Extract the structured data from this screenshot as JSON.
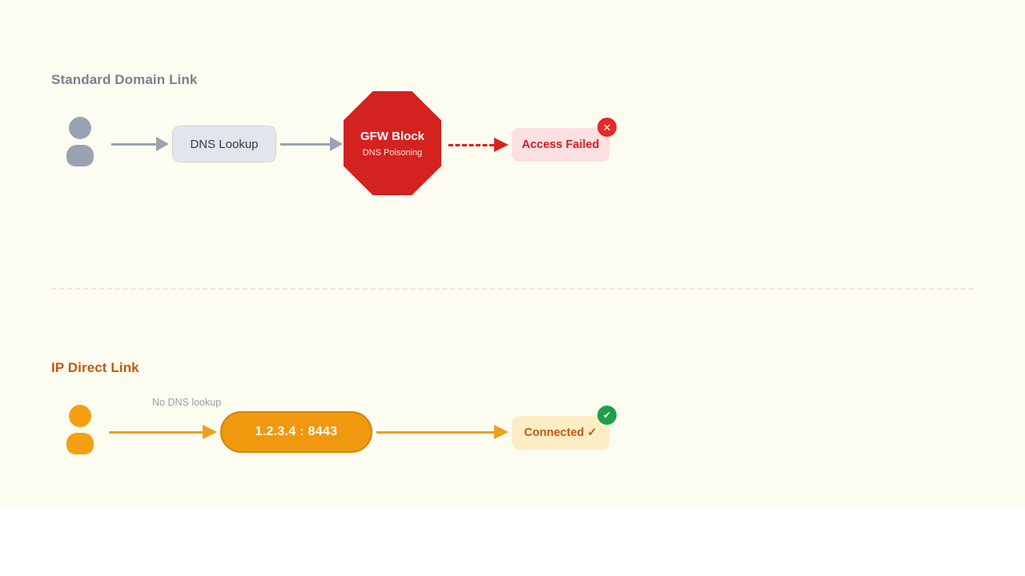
{
  "sections": [
    {
      "id": "standard",
      "title": "Standard Domain Link",
      "title_color": "#7b8190",
      "actor_icon": "person-icon",
      "actor_color": "#9aa3b2",
      "nodes": {
        "dns_box": "DNS Lookup",
        "block_title": "GFW Block",
        "block_subtitle": "DNS Poisoning",
        "result": "Access Failed"
      },
      "badge": {
        "icon": "close-icon",
        "glyph": "✕",
        "color": "#e02c26"
      },
      "edges": [
        {
          "name": "user-to-dns",
          "style": "solid",
          "color": "#9aa3b2",
          "label": ""
        },
        {
          "name": "dns-to-gfw",
          "style": "solid",
          "color": "#9aa3b2",
          "label": ""
        },
        {
          "name": "gfw-to-result",
          "style": "dashed",
          "color": "#d8231f",
          "label": ""
        }
      ]
    },
    {
      "id": "direct",
      "title": "IP Direct Link",
      "title_color": "#c2590f",
      "actor_icon": "person-icon",
      "actor_color": "#f59f12",
      "nodes": {
        "endpoint": "1.2.3.4 : 8443",
        "result": "Connected ✓"
      },
      "badge": {
        "icon": "check-icon",
        "glyph": "✔",
        "color": "#1e9e4a"
      },
      "edges": [
        {
          "name": "user-to-endpoint",
          "style": "solid",
          "color": "#eda01c",
          "label": "No DNS lookup"
        },
        {
          "name": "endpoint-to-result",
          "style": "solid",
          "color": "#eda01c",
          "label": ""
        }
      ]
    }
  ],
  "labels": {
    "no_dns_lookup": "No DNS lookup"
  },
  "colors": {
    "background": "#fdfcf0",
    "block_red": "#d3221f",
    "accent_orange": "#f0980e",
    "fail_chip_bg": "#fcdfe0",
    "fail_chip_text": "#cf2027",
    "ok_chip_bg": "#fcedc4",
    "ok_chip_text": "#c2590f",
    "neutral_gray": "#9aa3b2",
    "divider": "#ebe8da"
  }
}
